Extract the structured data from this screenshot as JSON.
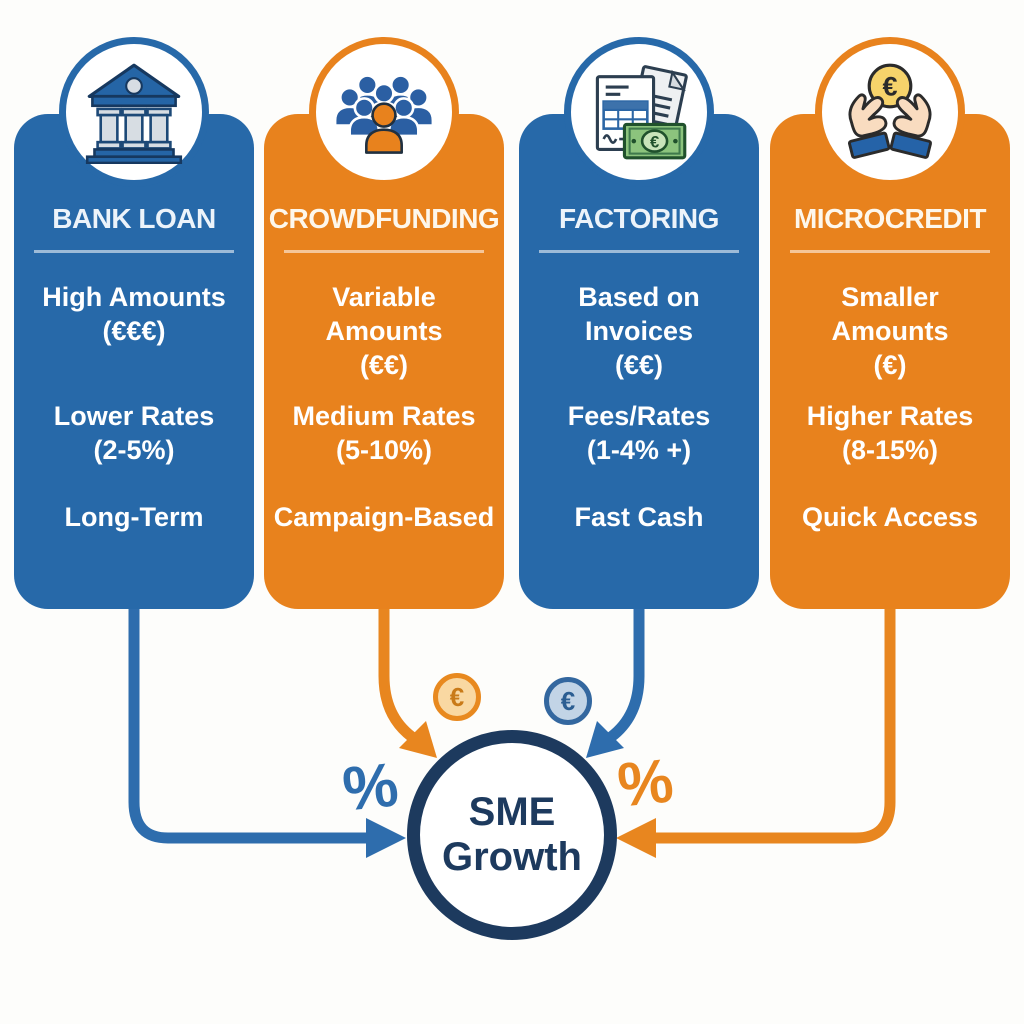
{
  "colors": {
    "card_blue": "#2769a9",
    "card_orange": "#e8821d",
    "navy": "#1d3a5e",
    "arrow_blue": "#2e6dad",
    "arrow_orange": "#e8861f",
    "background": "#fdfdfb"
  },
  "cards": [
    {
      "id": "bank-loan",
      "theme": "blue",
      "icon": "bank-icon",
      "title": "BANK LOAN",
      "features": [
        {
          "lines": [
            "High Amounts",
            "(€€€)"
          ]
        },
        {
          "lines": [
            "Lower Rates",
            "(2-5%)"
          ]
        },
        {
          "lines": [
            "Long-Term"
          ]
        }
      ]
    },
    {
      "id": "crowdfunding",
      "theme": "orange",
      "icon": "crowd-icon",
      "title": "CROWDFUNDING",
      "features": [
        {
          "lines": [
            "Variable",
            "Amounts",
            "(€€)"
          ]
        },
        {
          "lines": [
            "Medium Rates",
            "(5-10%)"
          ]
        },
        {
          "lines": [
            "Campaign-Based"
          ]
        }
      ]
    },
    {
      "id": "factoring",
      "theme": "blue",
      "icon": "invoice-money-icon",
      "title": "FACTORING",
      "features": [
        {
          "lines": [
            "Based on",
            "Invoices",
            "(€€)"
          ]
        },
        {
          "lines": [
            "Fees/Rates",
            "(1-4% +)"
          ]
        },
        {
          "lines": [
            "Fast Cash"
          ]
        }
      ]
    },
    {
      "id": "microcredit",
      "theme": "orange",
      "icon": "hands-euro-icon",
      "title": "MICROCREDIT",
      "features": [
        {
          "lines": [
            "Smaller",
            "Amounts",
            "(€)"
          ]
        },
        {
          "lines": [
            "Higher Rates",
            "(8-15%)"
          ]
        },
        {
          "lines": [
            "Quick Access"
          ]
        }
      ]
    }
  ],
  "center": {
    "lines": [
      "SME",
      "Growth"
    ]
  },
  "decorations": {
    "euro_symbol": "€",
    "percent_symbol": "%"
  }
}
